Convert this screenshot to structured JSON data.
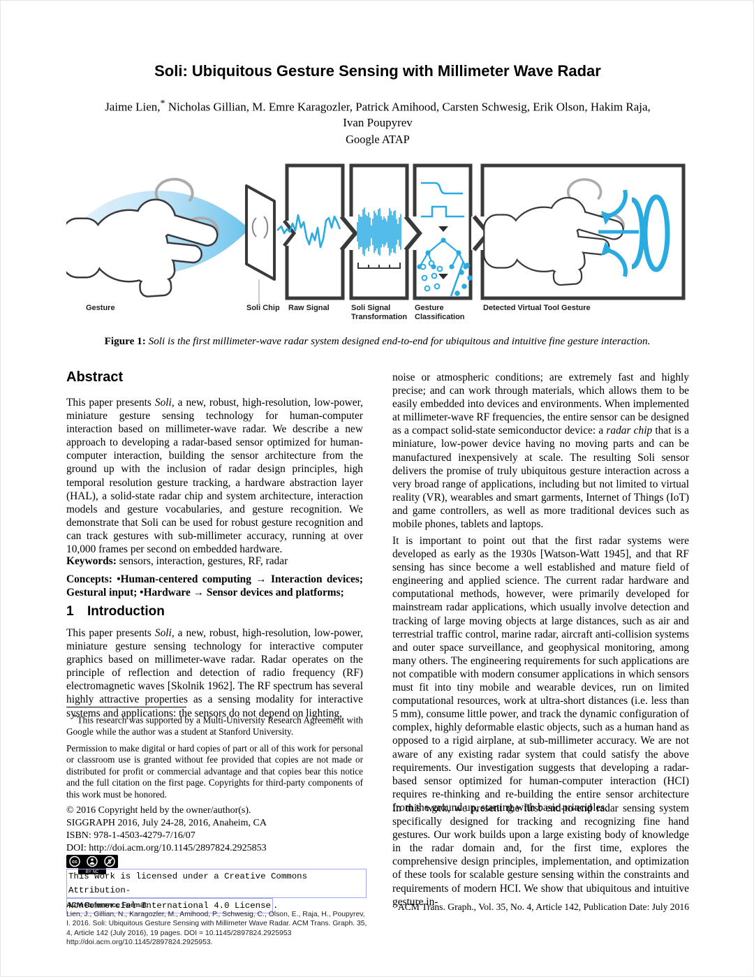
{
  "header": {
    "title": "Soli: Ubiquitous Gesture Sensing with Millimeter Wave Radar",
    "authors_pre": "Jaime Lien,",
    "authors_sup": "*",
    "authors_rest": " Nicholas Gillian, M. Emre Karagozler, Patrick Amihood, Carsten Schwesig, Erik Olson, Hakim Raja,",
    "authors_line2": "Ivan Poupyrev",
    "affiliation": "Google ATAP"
  },
  "figure": {
    "labels": {
      "gesture": "Gesture",
      "chip": "Soli Chip",
      "raw": "Raw Signal",
      "transform1": "Soli Signal",
      "transform2": "Transformation",
      "classify1": "Gesture",
      "classify2": "Classification",
      "detected": "Detected Virtual Tool Gesture"
    },
    "caption_label": "Figure 1:",
    "caption_text": "Soli is the first millimeter-wave radar system designed end-to-end for ubiquitous and intuitive fine gesture interaction.",
    "colors": {
      "accent_blue": "#29ABE2",
      "beam_blue_light": "#E8F4FB",
      "beam_blue_deep": "#6FC4EC",
      "outline_dark": "#3A3A3C",
      "ghost_gray": "#ABABAB"
    }
  },
  "abstract": {
    "heading": "Abstract",
    "p_pre": "This paper presents ",
    "p_italic": "Soli",
    "p_post": ", a new, robust, high-resolution, low-power, miniature gesture sensing technology for human-computer interaction based on millimeter-wave radar. We describe a new approach to developing a radar-based sensor optimized for human-computer interaction, building the sensor architecture from the ground up with the inclusion of radar design principles, high temporal resolution gesture tracking, a hardware abstraction layer (HAL), a solid-state radar chip and system architecture, interaction models and gesture vocabularies, and gesture recognition. We demonstrate that Soli can be used for robust gesture recognition and can track gestures with sub-millimeter accuracy, running at over 10,000 frames per second on embedded hardware."
  },
  "keywords": {
    "label": "Keywords:",
    "text": " sensors, interaction, gestures, RF, radar"
  },
  "concepts": {
    "label": "Concepts:",
    "text": " •Human-centered computing → Interaction devices; Gestural input; •Hardware → Sensor devices and platforms;"
  },
  "introduction": {
    "number": "1",
    "heading": "Introduction",
    "p_pre": "This paper presents ",
    "p_italic": "Soli",
    "p_post": ", a new, robust, high-resolution, low-power, miniature gesture sensing technology for interactive computer graphics based on millimeter-wave radar. Radar operates on the principle of reflection and detection of radio frequency (RF) electromagnetic waves [Skolnik 1962]. The RF spectrum has several highly attractive properties as a sensing modality for interactive systems and applications: the sensors do not depend on lighting,"
  },
  "footnote": {
    "marker": "*",
    "text": "This research was supported by a Multi-University Research Agreement with Google while the author was a student at Stanford University."
  },
  "legal": {
    "permission": "Permission to make digital or hard copies of part or all of this work for personal or classroom use is granted without fee provided that copies are not made or distributed for profit or commercial advantage and that copies bear this notice and the full citation on the first page. Copyrights for third-party components of this work must be honored.",
    "copyright": "© 2016 Copyright held by the owner/author(s).",
    "conference": "SIGGRAPH 2016, July 24-28, 2016, Anaheim, CA",
    "isbn": "ISBN: 978-1-4503-4279-7/16/07",
    "doi": "DOI: http://doi.acm.org/10.1145/2897824.2925853",
    "cc_badge_letters": "BY NC",
    "license_line1": "This work is licensed under a Creative Commons Attribution-",
    "license_line2": "NonCommercial International 4.0 License",
    "license_period": "."
  },
  "acm_ref": {
    "heading": "ACM Reference Format",
    "text": "Lien, J., Gillian, N., Karagozler, M., Amihood, P., Schwesig, C., Olson, E., Raja, H., Poupyrev, I. 2016. Soli: Ubiquitous Gesture Sensing with Millimeter Wave Radar. ACM Trans. Graph. 35, 4, Article 142 (July 2016), 19 pages. DOI = 10.1145/2897824.2925953 http://doi.acm.org/10.1145/2897824.2925953."
  },
  "right_column": {
    "p1_pre": "noise or atmospheric conditions; are extremely fast and highly precise; and can work through materials, which allows them to be easily embedded into devices and environments. When implemented at millimeter-wave RF frequencies, the entire sensor can be designed as a compact solid-state semiconductor device: a ",
    "p1_italic": "radar chip",
    "p1_post": " that is a miniature, low-power device having no moving parts and can be manufactured inexpensively at scale. The resulting Soli sensor delivers the promise of truly ubiquitous gesture interaction across a very broad range of applications, including but not limited to virtual reality (VR), wearables and smart garments, Internet of Things (IoT) and game controllers, as well as more traditional devices such as mobile phones, tablets and laptops.",
    "p2": "It is important to point out that the first radar systems were developed as early as the 1930s [Watson-Watt 1945], and that RF sensing has since become a well established and mature field of engineering and applied science. The current radar hardware and computational methods, however, were primarily developed for mainstream radar applications, which usually involve detection and tracking of large moving objects at large distances, such as air and terrestrial traffic control, marine radar, aircraft anti-collision systems and outer space surveillance, and geophysical monitoring, among many others. The engineering requirements for such applications are not compatible with modern consumer applications in which sensors must fit into tiny mobile and wearable devices, run on limited computational resources, work at ultra-short distances (i.e. less than 5 mm), consume little power, and track the dynamic configuration of complex, highly deformable elastic objects, such as a human hand as opposed to a rigid airplane, at sub-millimeter accuracy. We are not aware of any existing radar system that could satisfy the above requirements. Our investigation suggests that developing a radar-based sensor optimized for human-computer interaction (HCI) requires re-thinking and re-building the entire sensor architecture from the ground up, starting with basic principles.",
    "p3": "In this work, we present the first end-to-end radar sensing system specifically designed for tracking and recognizing fine hand gestures. Our work builds upon a large existing body of knowledge in the radar domain and, for the first time, explores the comprehensive design principles, implementation, and optimization of these tools for scalable gesture sensing within the constraints and requirements of modern HCI. We show that ubiquitous and intuitive gesture in-"
  },
  "footer": {
    "right": "ACM Trans. Graph., Vol. 35, No. 4, Article 142, Publication Date: July 2016"
  }
}
